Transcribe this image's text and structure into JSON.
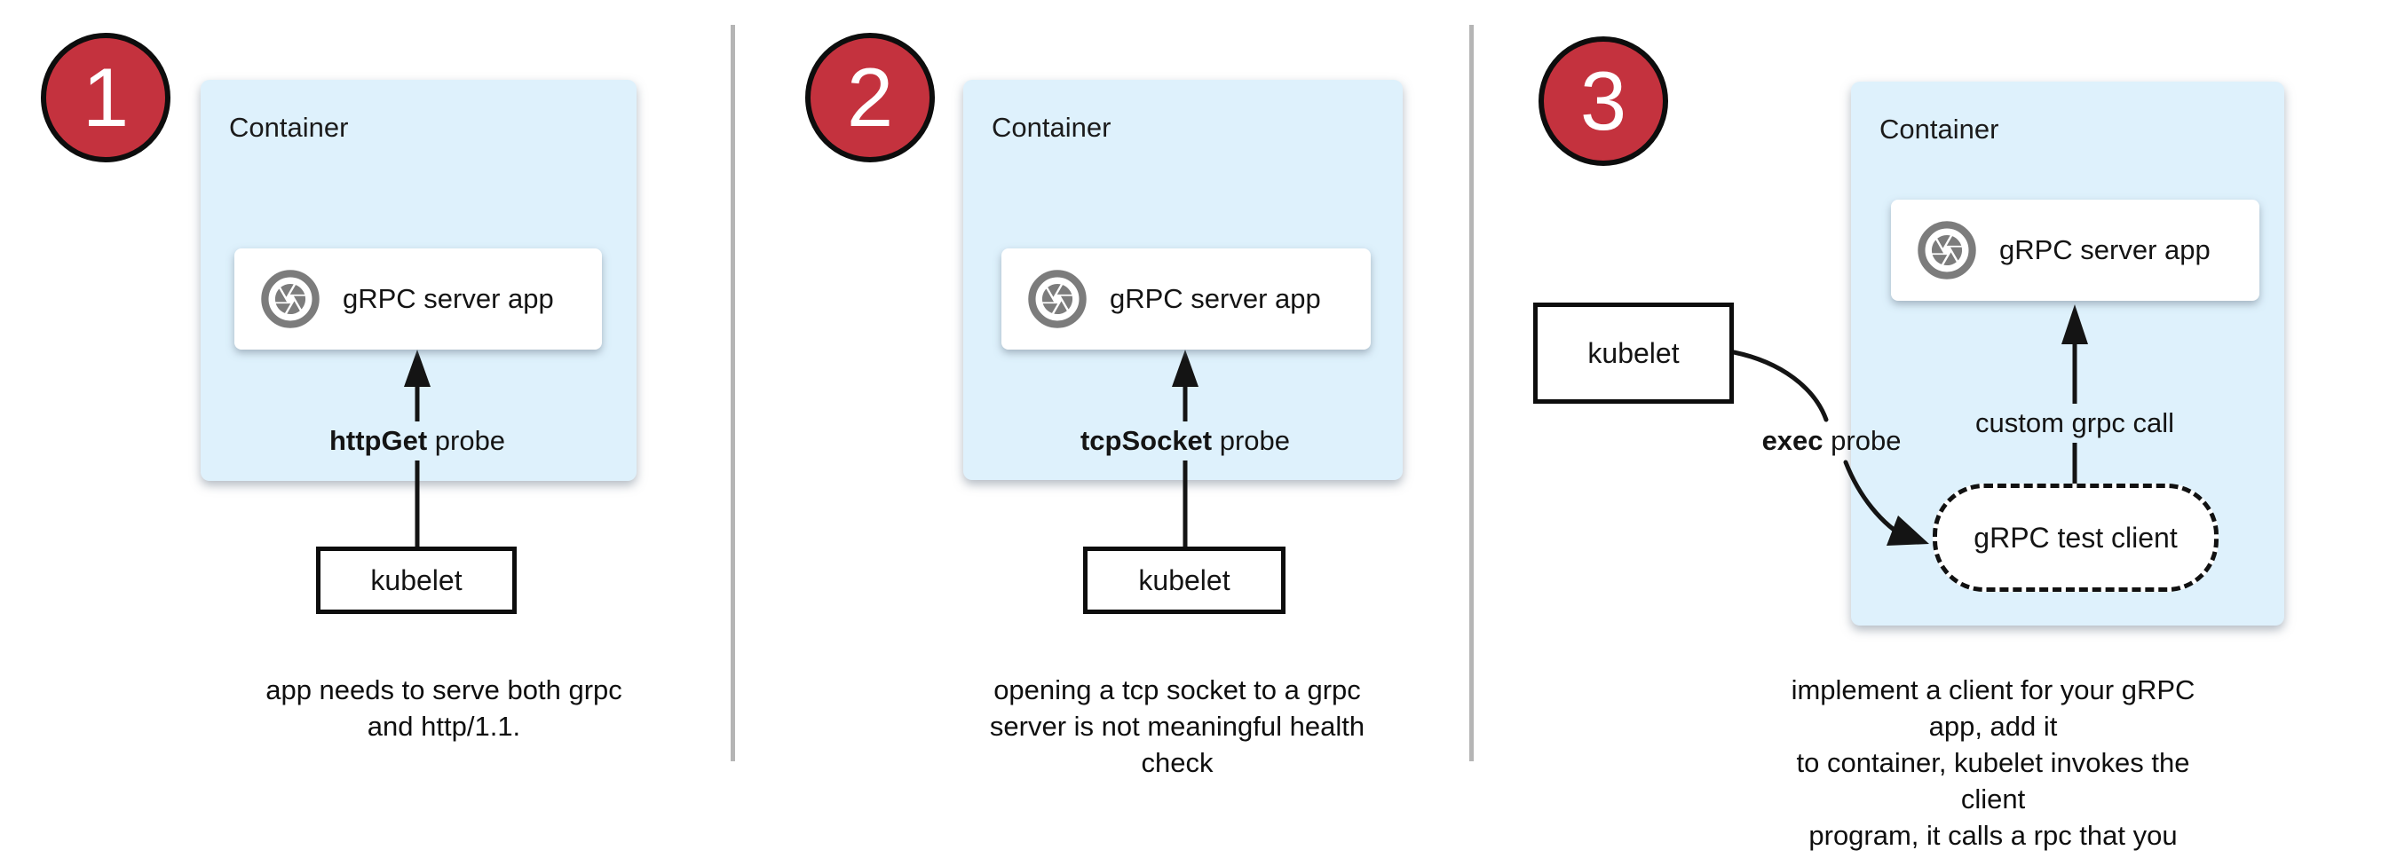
{
  "colors": {
    "container_fill": "#def1fc",
    "badge_fill": "#c4323e",
    "icon_color": "#7c7c7c",
    "divider_color": "#b5b5b5",
    "line_color": "#141414"
  },
  "icons": {
    "app_icon": "aperture-shutter-icon"
  },
  "panels": [
    {
      "badge": "1",
      "container_label": "Container",
      "app_label": "gRPC server app",
      "probe": {
        "bold": "httpGet",
        "rest": " probe"
      },
      "kubelet_label": "kubelet",
      "caption": [
        "app needs to serve both grpc",
        "and http/1.1."
      ]
    },
    {
      "badge": "2",
      "container_label": "Container",
      "app_label": "gRPC server app",
      "probe": {
        "bold": "tcpSocket",
        "rest": " probe"
      },
      "kubelet_label": "kubelet",
      "caption": [
        "opening a tcp socket to a grpc",
        "server is not meaningful health",
        "check"
      ]
    },
    {
      "badge": "3",
      "container_label": "Container",
      "app_label": "gRPC server app",
      "probe": {
        "bold": "exec",
        "rest": " probe"
      },
      "grpc_call_label": "custom grpc call",
      "test_client_label": "gRPC test client",
      "kubelet_label": "kubelet",
      "caption": [
        "implement a client for your gRPC app, add it",
        "to container, kubelet invokes the client",
        "program, it calls a rpc that you implement"
      ]
    }
  ]
}
